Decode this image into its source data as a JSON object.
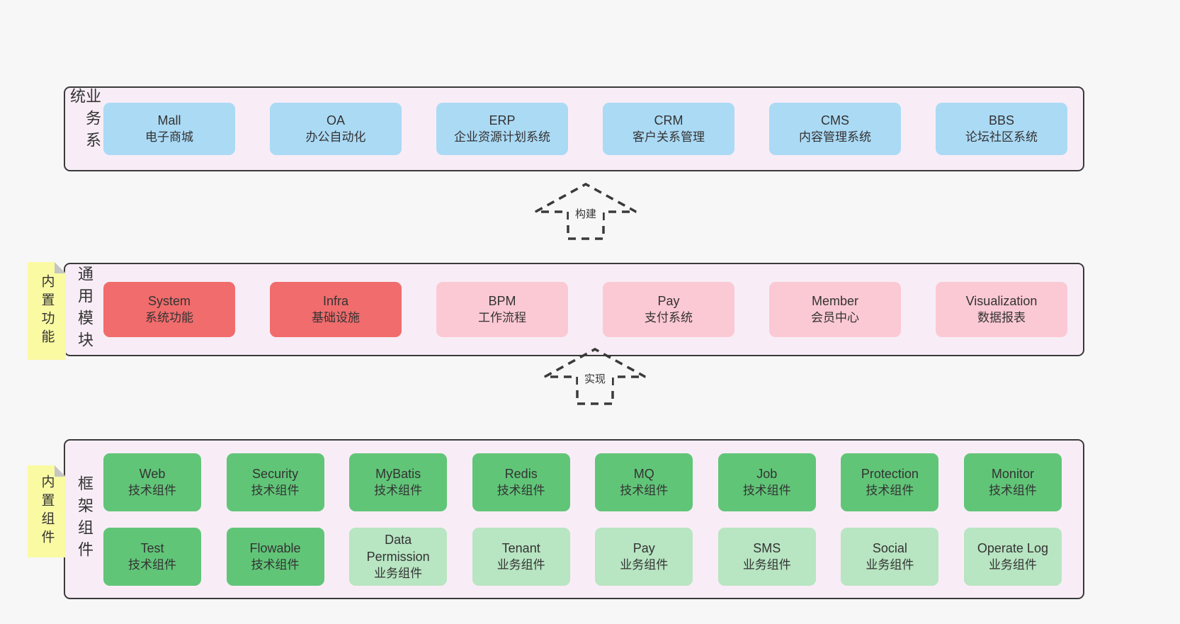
{
  "colors": {
    "background": "#f7f7f7",
    "panel_bg": "#f8edf6",
    "panel_border": "#3a3a3a",
    "text": "#333333",
    "blue": "#abdaf5",
    "red": "#f16c6c",
    "pink": "#fbc9d4",
    "green": "#61c578",
    "lightgreen": "#b8e5c2",
    "tab_bg": "#fafaa3",
    "tab_fold": "#c5c5c5",
    "arrow": "#3a3a3a"
  },
  "layers": {
    "business": {
      "side_label": "业务系统",
      "boxes": [
        {
          "name": "Mall",
          "desc": "电子商城",
          "variant": "blue"
        },
        {
          "name": "OA",
          "desc": "办公自动化",
          "variant": "blue"
        },
        {
          "name": "ERP",
          "desc": "企业资源计划系统",
          "variant": "blue"
        },
        {
          "name": "CRM",
          "desc": "客户关系管理",
          "variant": "blue"
        },
        {
          "name": "CMS",
          "desc": "内容管理系统",
          "variant": "blue"
        },
        {
          "name": "BBS",
          "desc": "论坛社区系统",
          "variant": "blue"
        }
      ]
    },
    "modules": {
      "side_label": "通用模块",
      "tab_label": "内置功能",
      "boxes": [
        {
          "name": "System",
          "desc": "系统功能",
          "variant": "red"
        },
        {
          "name": "Infra",
          "desc": "基础设施",
          "variant": "red"
        },
        {
          "name": "BPM",
          "desc": "工作流程",
          "variant": "pink"
        },
        {
          "name": "Pay",
          "desc": "支付系统",
          "variant": "pink"
        },
        {
          "name": "Member",
          "desc": "会员中心",
          "variant": "pink"
        },
        {
          "name": "Visualization",
          "desc": "数据报表",
          "variant": "pink"
        }
      ]
    },
    "components": {
      "side_label": "框架组件",
      "tab_label": "内置组件",
      "rows": {
        "0": [
          {
            "name": "Web",
            "desc": "技术组件",
            "variant": "green"
          },
          {
            "name": "Security",
            "desc": "技术组件",
            "variant": "green"
          },
          {
            "name": "MyBatis",
            "desc": "技术组件",
            "variant": "green"
          },
          {
            "name": "Redis",
            "desc": "技术组件",
            "variant": "green"
          },
          {
            "name": "MQ",
            "desc": "技术组件",
            "variant": "green"
          },
          {
            "name": "Job",
            "desc": "技术组件",
            "variant": "green"
          },
          {
            "name": "Protection",
            "desc": "技术组件",
            "variant": "green"
          },
          {
            "name": "Monitor",
            "desc": "技术组件",
            "variant": "green"
          }
        ],
        "1": [
          {
            "name": "Test",
            "desc": "技术组件",
            "variant": "green"
          },
          {
            "name": "Flowable",
            "desc": "技术组件",
            "variant": "green"
          },
          {
            "name": "Data Permission",
            "desc": "业务组件",
            "variant": "lightgreen"
          },
          {
            "name": "Tenant",
            "desc": "业务组件",
            "variant": "lightgreen"
          },
          {
            "name": "Pay",
            "desc": "业务组件",
            "variant": "lightgreen"
          },
          {
            "name": "SMS",
            "desc": "业务组件",
            "variant": "lightgreen"
          },
          {
            "name": "Social",
            "desc": "业务组件",
            "variant": "lightgreen"
          },
          {
            "name": "Operate Log",
            "desc": "业务组件",
            "variant": "lightgreen"
          }
        ]
      }
    }
  },
  "arrows": {
    "build": {
      "label": "构建"
    },
    "implement": {
      "label": "实现"
    }
  }
}
